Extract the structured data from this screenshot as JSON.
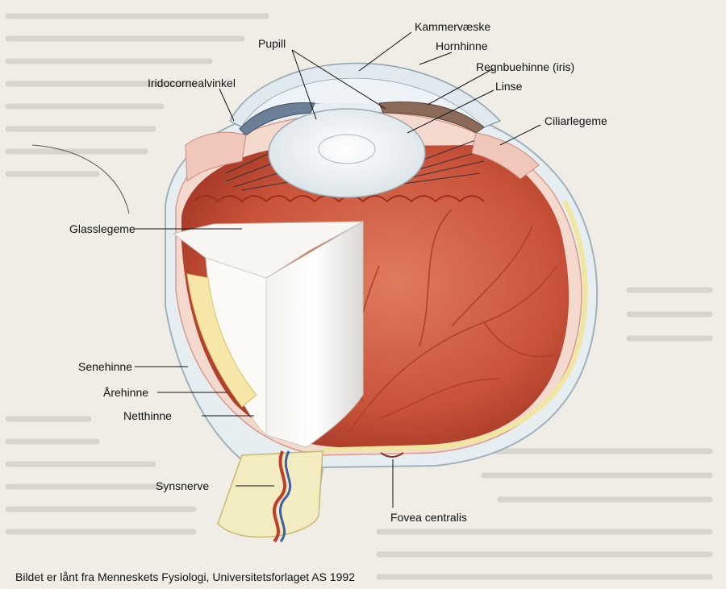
{
  "figure": {
    "labels": {
      "kammervaeske": "Kammervæske",
      "pupill": "Pupill",
      "hornhinne": "Hornhinne",
      "regnbuehinne": "Regnbuehinne (iris)",
      "iridocornealvinkel": "Iridocornealvinkel",
      "linse": "Linse",
      "ciliarlegeme": "Ciliarlegeme",
      "glasslegeme": "Glasslegeme",
      "senehinne": "Senehinne",
      "arehinne": "Årehinne",
      "netthinne": "Netthinne",
      "synsnerve": "Synsnerve",
      "fovea": "Fovea centralis"
    },
    "caption": "Bildet er lånt fra Menneskets Fysiologi, Universitetsforlaget AS 1992"
  }
}
